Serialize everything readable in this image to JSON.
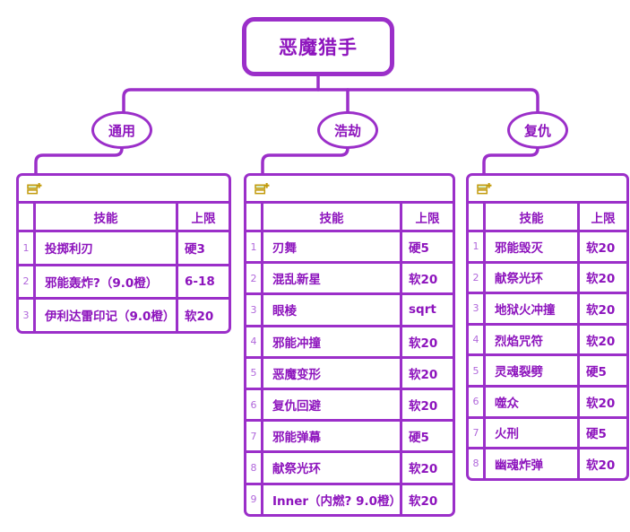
{
  "colors": {
    "line": "#9b2fc9",
    "text": "#8d14bd",
    "row_number": "#b168db",
    "icon_gold": "#c29a0b",
    "icon_green_fill": "#d8edcb"
  },
  "root": {
    "label": "恶魔猎手"
  },
  "branches": [
    {
      "label": "通用",
      "table": {
        "toolbar_icon": "insert-row-icon",
        "headers": {
          "skill": "技能",
          "limit": "上限"
        },
        "rows": [
          {
            "num": "1",
            "skill": "投掷利刃",
            "limit": "硬3"
          },
          {
            "num": "2",
            "skill": "邪能轰炸?（9.0橙）",
            "limit": "6-18"
          },
          {
            "num": "3",
            "skill": "伊利达雷印记（9.0橙）",
            "limit": "软20"
          }
        ]
      }
    },
    {
      "label": "浩劫",
      "table": {
        "toolbar_icon": "insert-row-icon",
        "headers": {
          "skill": "技能",
          "limit": "上限"
        },
        "rows": [
          {
            "num": "1",
            "skill": "刃舞",
            "limit": "硬5"
          },
          {
            "num": "2",
            "skill": "混乱新星",
            "limit": "软20"
          },
          {
            "num": "3",
            "skill": "眼棱",
            "limit": "sqrt"
          },
          {
            "num": "4",
            "skill": "邪能冲撞",
            "limit": "软20"
          },
          {
            "num": "5",
            "skill": "恶魔变形",
            "limit": "软20"
          },
          {
            "num": "6",
            "skill": "复仇回避",
            "limit": "软20"
          },
          {
            "num": "7",
            "skill": "邪能弹幕",
            "limit": "硬5"
          },
          {
            "num": "8",
            "skill": "献祭光环",
            "limit": "软20"
          },
          {
            "num": "9",
            "skill": "Inner（内燃? 9.0橙）",
            "limit": "软20"
          }
        ]
      }
    },
    {
      "label": "复仇",
      "table": {
        "toolbar_icon": "insert-row-icon",
        "headers": {
          "skill": "技能",
          "limit": "上限"
        },
        "rows": [
          {
            "num": "1",
            "skill": "邪能毁灭",
            "limit": "软20"
          },
          {
            "num": "2",
            "skill": "献祭光环",
            "limit": "软20"
          },
          {
            "num": "3",
            "skill": "地狱火冲撞",
            "limit": "软20"
          },
          {
            "num": "4",
            "skill": "烈焰咒符",
            "limit": "软20"
          },
          {
            "num": "5",
            "skill": "灵魂裂劈",
            "limit": "硬5"
          },
          {
            "num": "6",
            "skill": "噬众",
            "limit": "软20"
          },
          {
            "num": "7",
            "skill": "火刑",
            "limit": "硬5"
          },
          {
            "num": "8",
            "skill": "幽魂炸弹",
            "limit": "软20"
          }
        ]
      }
    }
  ]
}
